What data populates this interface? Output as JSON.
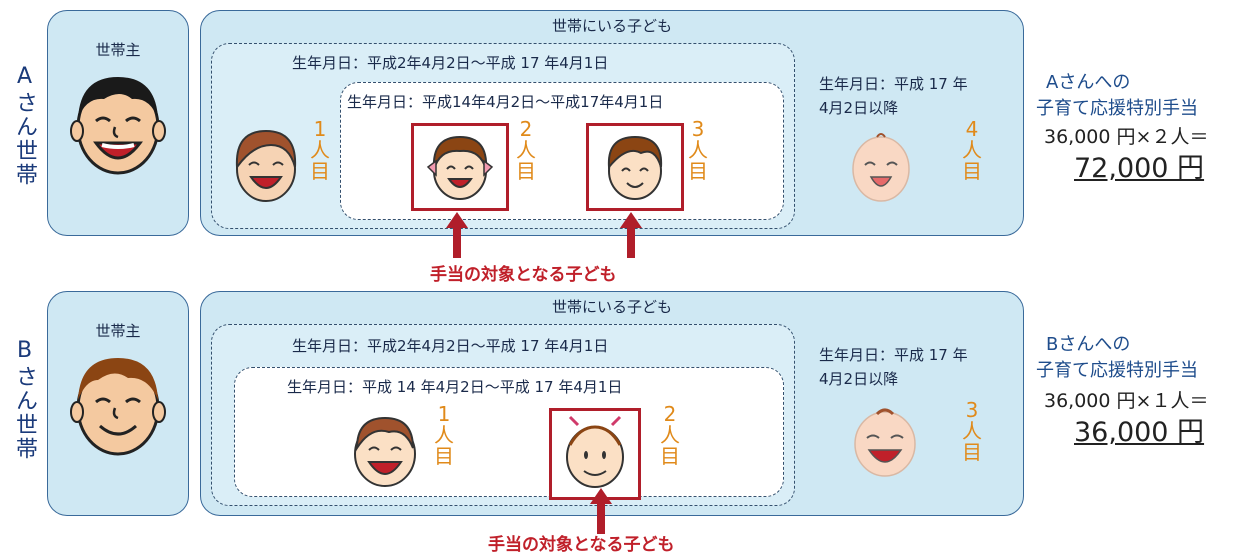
{
  "household_a": {
    "title": "Aさん世帯",
    "head_label": "世帯主",
    "children_label": "世帯にいる子ども",
    "outer_range": "生年月日：平成2年4月2日〜平成 17 年4月1日",
    "inner_range": "生年月日：平成14年4月2日〜平成17年4月1日",
    "young_range_1": "生年月日：平成 17 年",
    "young_range_2": "4月2日以降",
    "child1": [
      "1",
      "人",
      "目"
    ],
    "child2": [
      "2",
      "人",
      "目"
    ],
    "child3": [
      "3",
      "人",
      "目"
    ],
    "child4": [
      "4",
      "人",
      "目"
    ],
    "target_label": "手当の対象となる子ども",
    "result_line1": "Aさんへの",
    "result_line2": "子育て応援特別手当",
    "calc": "36,000 円×２人＝",
    "total": "72,000 円"
  },
  "household_b": {
    "title": "Bさん世帯",
    "head_label": "世帯主",
    "children_label": "世帯にいる子ども",
    "outer_range": "生年月日：平成2年4月2日〜平成 17 年4月1日",
    "inner_range": "生年月日：平成 14 年4月2日〜平成 17 年4月1日",
    "young_range_1": "生年月日：平成 17 年",
    "young_range_2": "4月2日以降",
    "child1": [
      "1",
      "人",
      "目"
    ],
    "child2": [
      "2",
      "人",
      "目"
    ],
    "child3": [
      "3",
      "人",
      "目"
    ],
    "target_label": "手当の対象となる子ども",
    "result_line1": "Bさんへの",
    "result_line2": "子育て応援特別手当",
    "calc": "36,000 円×１人＝",
    "total": "36,000 円"
  },
  "colors": {
    "panel_fill": "#cfe8f3",
    "panel_border": "#3a6a9a",
    "count_orange": "#e08a1a",
    "target_red": "#b01e2a",
    "result_blue": "#1f4d8c"
  },
  "icons": [
    "adult-face-icon",
    "girl-face-icon",
    "boy-face-icon",
    "baby-face-icon",
    "up-arrow-icon"
  ]
}
